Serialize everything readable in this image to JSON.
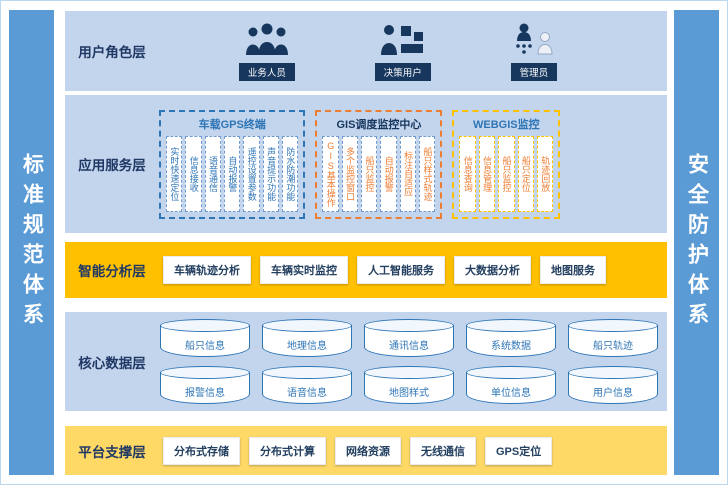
{
  "pillars": {
    "left": "标准规范体系",
    "right": "安全防护体系"
  },
  "layers": {
    "user_role": {
      "title": "用户角色层",
      "roles": [
        {
          "label": "业务人员",
          "icon": "people-group-icon"
        },
        {
          "label": "决策用户",
          "icon": "person-chart-icon"
        },
        {
          "label": "管理员",
          "icon": "org-admin-icon"
        }
      ]
    },
    "app_service": {
      "title": "应用服务层",
      "groups": [
        {
          "title": "车载GPS终端",
          "items": [
            "实时快速定位",
            "信息接收",
            "语音通信",
            "自动报警",
            "遥控设置参数",
            "声音提示功能",
            "防水防潮功能"
          ]
        },
        {
          "title": "GIS调度监控中心",
          "items": [
            "GIS基本操作",
            "多个监控窗口",
            "船只监控",
            "自动报警",
            "标注自适应",
            "船只样式轨迹"
          ]
        },
        {
          "title": "WEBGIS监控",
          "items": [
            "信息查询",
            "信息管理",
            "船只监控",
            "船只定位",
            "轨迹回放"
          ]
        }
      ]
    },
    "analysis": {
      "title": "智能分析层",
      "items": [
        "车辆轨迹分析",
        "车辆实时监控",
        "人工智能服务",
        "大数据分析",
        "地图服务"
      ]
    },
    "data": {
      "title": "核心数据层",
      "row1": [
        "船只信息",
        "地理信息",
        "通讯信息",
        "系统数据",
        "船只轨迹"
      ],
      "row2": [
        "报警信息",
        "语音信息",
        "地图样式",
        "单位信息",
        "用户信息"
      ]
    },
    "platform": {
      "title": "平台支撑层",
      "items": [
        "分布式存储",
        "分布式计算",
        "网络资源",
        "无线通信",
        "GPS定位"
      ]
    }
  },
  "colors": {
    "pillar_blue": "#5B9BD5",
    "layer_light_blue": "#C3D5ED",
    "analysis_orange": "#FFC000",
    "platform_yellow": "#FFD966",
    "navy": "#17375E",
    "blue_text": "#2E75B6",
    "orange_text": "#ED7D31"
  }
}
